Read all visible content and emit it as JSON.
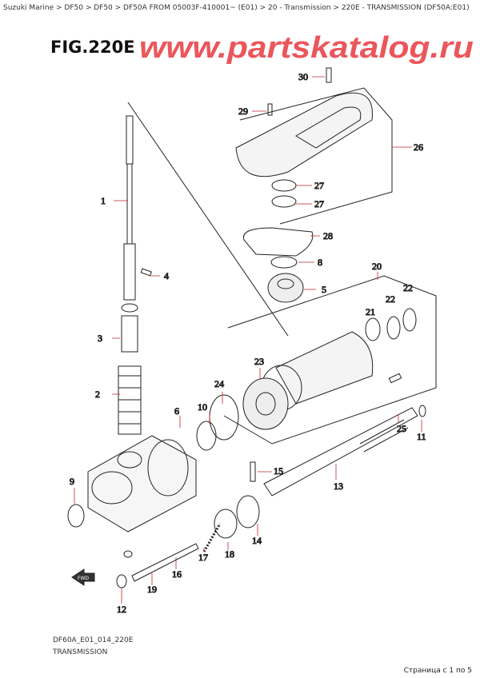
{
  "breadcrumb": "Suzuki Marine > DF50 > DF50 > DF50A FROM 05003F-410001~ (E01) > 20 - Transmission > 220E - TRANSMISSION (DF50A:E01)",
  "figure_title": "FIG.220E",
  "drawing_code": "DF60A_E01_014_220E",
  "drawing_name": "TRANSMISSION",
  "pager": "Страница с 1 по 5",
  "watermark": "www.partskatalog.ru",
  "fwd_label": "FWD",
  "callouts": [
    "30",
    "29",
    "26",
    "27",
    "27",
    "28",
    "8",
    "20",
    "5",
    "22",
    "22",
    "21",
    "1",
    "4",
    "3",
    "2",
    "24",
    "23",
    "25",
    "11",
    "10",
    "6",
    "15",
    "13",
    "9",
    "14",
    "17",
    "18",
    "16",
    "19",
    "12"
  ]
}
